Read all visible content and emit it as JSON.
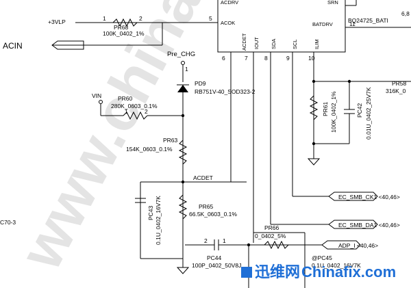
{
  "ic": {
    "pins_left": [
      "ACDRV",
      "ACOK",
      "ACDET",
      "IOUT",
      "SDA",
      "SCL",
      "ILIM"
    ],
    "pins_right": [
      "SRN",
      "BATDRV"
    ],
    "pin_numbers": {
      "acok": "5",
      "acdet": "6",
      "iout": "7",
      "sda": "8",
      "scl": "9",
      "ilim": "10",
      "batdrv": "11"
    }
  },
  "nets": {
    "v3lp": "+3VLP",
    "acin": "ACIN",
    "pre_chg": "Pre_CHG",
    "vin": "VIN",
    "acdet": "ACDET",
    "ec_smb_ck1": "EC_SMB_CK1  <40,46>",
    "ec_smb_da1": "EC_SMB_DA1  <40,46>",
    "adp_i": "ADP_I  <40,46>",
    "bq_batdrv": "BQ24725_BATI",
    "top_right": "6,8",
    "left_cut": "C70-3"
  },
  "components": {
    "pr68": {
      "ref": "PR68",
      "value": "100K_0402_1%",
      "p1": "1",
      "p2": "2"
    },
    "pd9": {
      "ref": "PD9",
      "value": "RB751V-40_SOD323-2"
    },
    "pr60": {
      "ref": "PR60",
      "value": "280K_0603_0.1%",
      "p1": "1",
      "p2": "2"
    },
    "pr63": {
      "ref": "PR63",
      "value": "154K_0603_0.1%"
    },
    "pr65": {
      "ref": "PR65",
      "value": "66.5K_0603_0.1%"
    },
    "pc43": {
      "ref": "PC43",
      "value": "0.1U_0402_16V7K"
    },
    "pc44": {
      "ref": "PC44",
      "value": "100P_0402_50V8J",
      "p1": "1",
      "p2": "2"
    },
    "pr66": {
      "ref": "PR66",
      "value": "0_0402_5%"
    },
    "pr61": {
      "ref": "PR61",
      "value": "100K_0402_1%"
    },
    "pc42": {
      "ref": "PC42",
      "value": "0.01U_0402_25V7K"
    },
    "pr58": {
      "ref": "PR58",
      "value": "316K_0"
    },
    "pc45": {
      "ref": "@PC45",
      "value": "0.1U_0402_16V7K"
    }
  },
  "watermark": {
    "text": "www.chinafix.com",
    "brand": "迅维网",
    "brand_en": "Chinafix.com"
  }
}
